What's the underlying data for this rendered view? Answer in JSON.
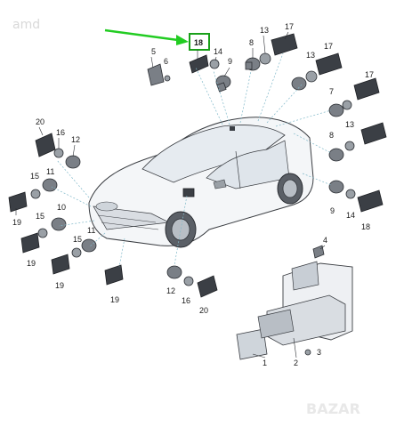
{
  "watermark": {
    "text": "amd"
  },
  "brand_logo": {
    "text": "BAZAR"
  },
  "highlight": {
    "label": "18",
    "box_color": "#1aa01a",
    "arrow_color": "#22cc22"
  },
  "callouts": {
    "c17a": "17",
    "c13a": "13",
    "c8a": "8",
    "c14a": "14",
    "c9a": "9",
    "c5": "5",
    "c6": "6",
    "c17b": "17",
    "c13b": "13",
    "c7": "7",
    "c17c": "17",
    "c20a": "20",
    "c16a": "16",
    "c12a": "12",
    "c13c": "13",
    "c8b": "8",
    "c15a": "15",
    "c11a": "11",
    "c15b": "15",
    "c19a": "19",
    "c10": "10",
    "c19b": "19",
    "c15c": "15",
    "c11b": "11",
    "c19c": "19",
    "c19d": "19",
    "c9b": "9",
    "c14b": "14",
    "c18b": "18",
    "c4": "4",
    "c12b": "12",
    "c16b": "16",
    "c20b": "20",
    "c1": "1",
    "c2": "2",
    "c3": "3"
  }
}
